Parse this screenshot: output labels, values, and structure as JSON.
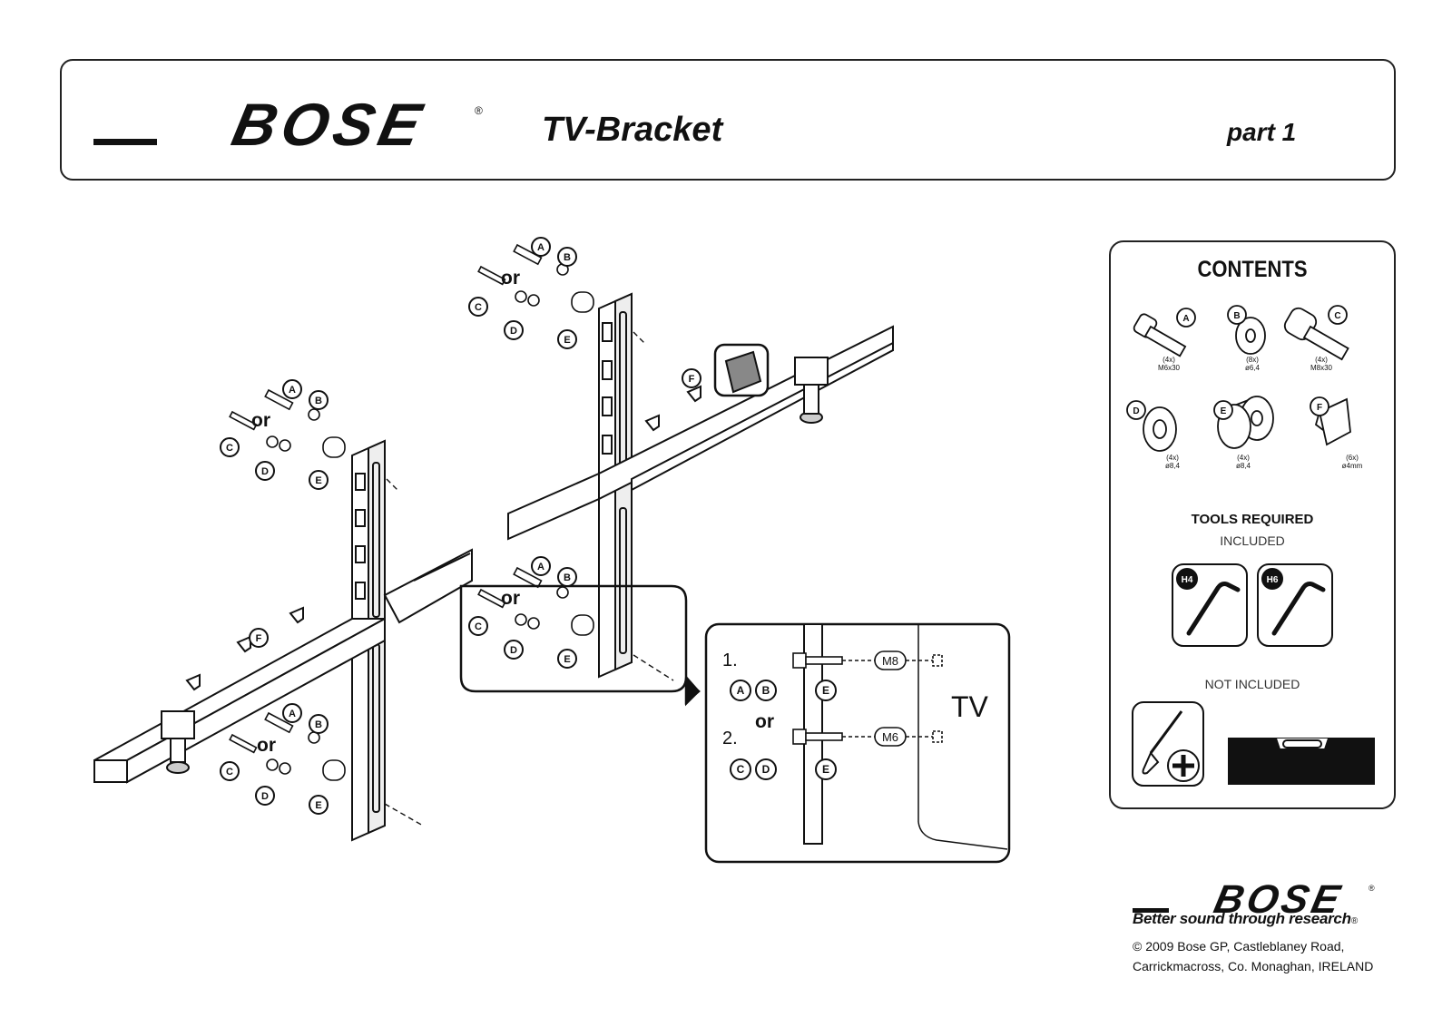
{
  "header": {
    "brand": "BOSE",
    "title": "TV-Bracket",
    "part": "part 1"
  },
  "contents": {
    "title": "CONTENTS",
    "items": [
      {
        "letter": "A",
        "qty": "(4x)",
        "spec": "M6x30",
        "icon": "bolt-icon"
      },
      {
        "letter": "B",
        "qty": "(8x)",
        "spec": "ø6,4",
        "icon": "washer-icon"
      },
      {
        "letter": "C",
        "qty": "(4x)",
        "spec": "M8x30",
        "icon": "bolt-icon"
      },
      {
        "letter": "D",
        "qty": "(4x)",
        "spec": "ø8,4",
        "icon": "washer-icon"
      },
      {
        "letter": "E",
        "qty": "(4x)",
        "spec": "ø8,4",
        "icon": "spacer-icon"
      },
      {
        "letter": "F",
        "qty": "(6x)",
        "spec": "ø4mm",
        "icon": "clip-icon"
      }
    ],
    "tools_title": "TOOLS REQUIRED",
    "included_label": "INCLUDED",
    "included_tools": [
      "H4",
      "H6"
    ],
    "not_included_label": "NOT INCLUDED",
    "not_included_tools": [
      "phillips-screwdriver-icon",
      "spirit-level-icon"
    ]
  },
  "diagram": {
    "letters": [
      "A",
      "B",
      "C",
      "D",
      "E",
      "F"
    ],
    "or_label": "or",
    "detail": {
      "step1": "1.",
      "step2": "2.",
      "step1_letters": [
        "A",
        "B",
        "E"
      ],
      "step2_letters": [
        "C",
        "D",
        "E"
      ],
      "or_label": "or",
      "m8": "M8",
      "m6": "M6",
      "tv": "TV"
    }
  },
  "footer": {
    "brand": "BOSE",
    "slogan": "Better sound through research",
    "copyright_line1": "© 2009 Bose GP, Castleblaney Road,",
    "copyright_line2": "Carrickmacross, Co. Monaghan, IRELAND"
  }
}
